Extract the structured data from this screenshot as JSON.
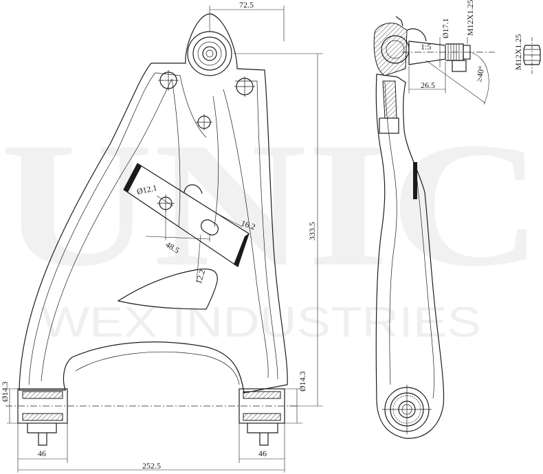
{
  "watermark": {
    "brand": "UNIC",
    "company": "WEX INDUSTRIES"
  },
  "dimensions": {
    "top_width": "72.5",
    "height": "333.5",
    "hole_dia": "Ø12.1",
    "slot_w": "16.2",
    "slot_dist": "48.5",
    "slot_len": "12.2",
    "bush_dia_left": "Ø14.3",
    "bush_dia_right": "Ø14.3",
    "bush_len_left": "46",
    "bush_len_right": "46",
    "overall_width": "252.5",
    "ball_dia": "Ø17.1",
    "thread_top": "M12X1.25",
    "taper": "1:5",
    "angle": "≥40°",
    "stud_len": "26.5",
    "nut_thread": "M12X1.25"
  }
}
